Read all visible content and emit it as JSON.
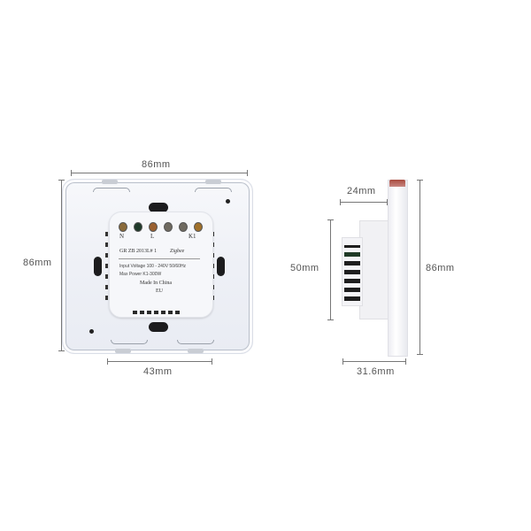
{
  "front_view": {
    "width_label": "86mm",
    "height_label": "86mm",
    "bottom_label": "43mm",
    "terminals": [
      {
        "label": "N",
        "color": "#8a6a3a"
      },
      {
        "label": "",
        "color": "#1f3a2a"
      },
      {
        "label": "L",
        "color": "#9a6030"
      },
      {
        "label": "",
        "color": "#6f6a60"
      },
      {
        "label": "",
        "color": "#6f6a60"
      },
      {
        "label": "K1",
        "color": "#a0702a"
      }
    ],
    "module_model": "GR ZB 2013L# 1",
    "module_protocol": "Zigbee",
    "module_input": "Input Voltage 100 - 240V 50/60Hz",
    "module_power": "Max Power K1-300W",
    "module_made": "Made In China",
    "module_region": "EU"
  },
  "side_view": {
    "depth_label": "24mm",
    "module_height_label": "50mm",
    "height_label": "86mm",
    "total_depth_label": "31.6mm",
    "accent_color": "#a84a3e"
  }
}
